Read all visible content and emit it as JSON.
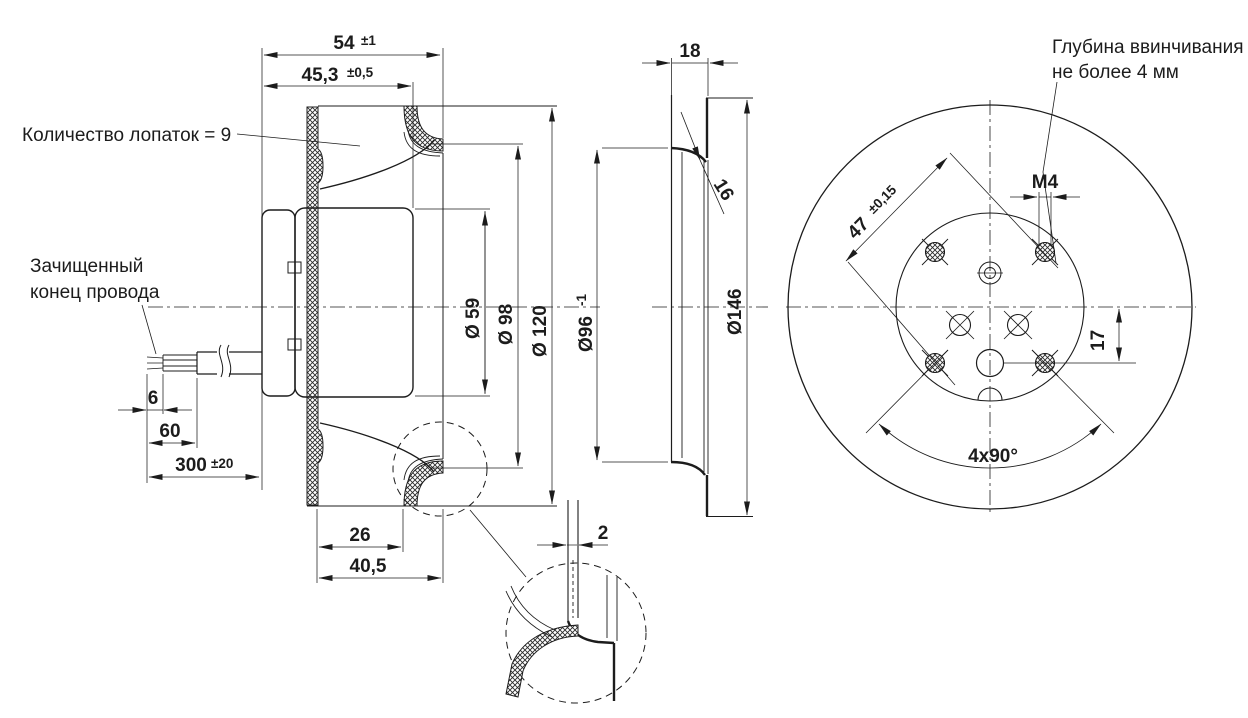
{
  "annotations": {
    "blade_count": "Количество лопаток = 9",
    "wire_end_line1": "Зачищенный",
    "wire_end_line2": "конец провода",
    "screw_depth_line1": "Глубина ввинчивания",
    "screw_depth_line2": "не более 4 мм"
  },
  "dimensions": {
    "total_depth": {
      "value": "54",
      "tol": "±1"
    },
    "housing_depth": {
      "value": "45,3",
      "tol": "±0,5"
    },
    "bare_wire": "6",
    "stripped_wire": "60",
    "cable_length": {
      "value": "300",
      "tol": "±20"
    },
    "motor_dia": "Ø 59",
    "inlet_dia": "Ø 98",
    "impeller_dia": "Ø 120",
    "hub_width": "26",
    "impeller_width": "40,5",
    "ring_depth": "18",
    "ring_lip": "16",
    "ring_inner_dia": {
      "value": "Ø96",
      "tol": "-1"
    },
    "ring_outer_dia": "Ø146",
    "gap": "2",
    "thread": "M4",
    "bolt_circle": {
      "value": "47",
      "tol": "±0,15"
    },
    "hole_offset": "17",
    "hole_pattern": "4x90°"
  },
  "colors": {
    "line": "#1c1c1c",
    "background": "#ffffff"
  }
}
